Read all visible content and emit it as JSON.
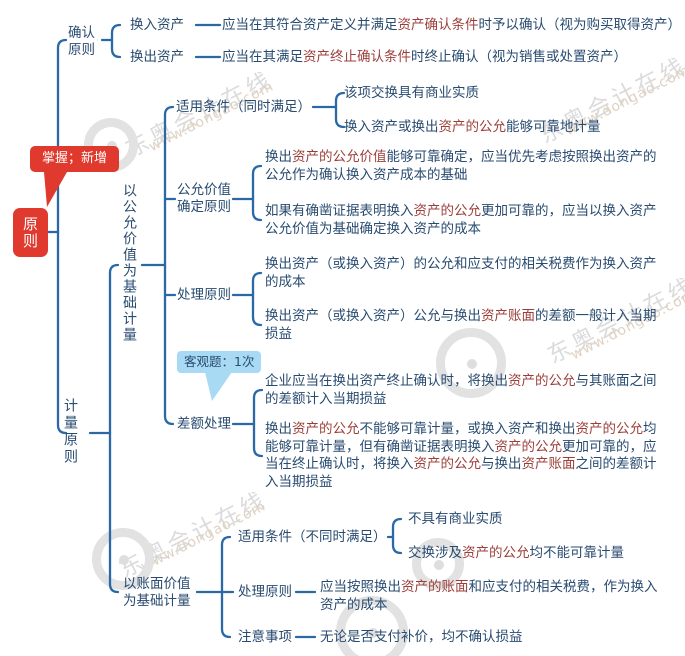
{
  "colors": {
    "line": "#2a69a5",
    "text": "#284b70",
    "highlight": "#9c3f3a",
    "badge_red": "#e03a2f",
    "bubble_blue": "#a9daf3"
  },
  "root": {
    "label": "原则",
    "note": "掌握；新增"
  },
  "quiz_badge": "客观题：1次",
  "confirm": {
    "label": "确认原则",
    "swap_in": {
      "label": "换入资产",
      "text": [
        {
          "t": "应当在其符合资产定义并满足"
        },
        {
          "t": "资产确认条件",
          "hl": true
        },
        {
          "t": "时予以确认（视为购买取得资产）"
        }
      ]
    },
    "swap_out": {
      "label": "换出资产",
      "text": [
        {
          "t": "应当在其满足"
        },
        {
          "t": "资产终止确认条件",
          "hl": true
        },
        {
          "t": "时终止确认（视为销售或处置资产）"
        }
      ]
    }
  },
  "measure": {
    "label": "计量原则",
    "fair": {
      "label": "以公允价值为基础计量",
      "cond": {
        "label": "适用条件（同时满足）",
        "items": [
          [
            {
              "t": "该项交换具有商业实质"
            }
          ],
          [
            {
              "t": "换入资产或换出"
            },
            {
              "t": "资产的公允",
              "hl": true
            },
            {
              "t": "能够可靠地计量"
            }
          ]
        ]
      },
      "fvd": {
        "label": "公允价值确定原则",
        "items": [
          [
            {
              "t": "换出"
            },
            {
              "t": "资产的公允价值",
              "hl": true
            },
            {
              "t": "能够可靠确定，应当优先考虑按照换出资产的公允作为确认换入资产成本的基础"
            }
          ],
          [
            {
              "t": "如果有确凿证据表明换入"
            },
            {
              "t": "资产的公允",
              "hl": true
            },
            {
              "t": "更加可靠的，应当以换入资产公允价值为基础确定换入资产的成本"
            }
          ]
        ]
      },
      "treat": {
        "label": "处理原则",
        "items": [
          [
            {
              "t": "换出资产（或换入资产）的公允和应支付的相关税费作为换入资产的成本"
            }
          ],
          [
            {
              "t": "换出资产（或换入资产）公允与换出"
            },
            {
              "t": "资产账面",
              "hl": true
            },
            {
              "t": "的差额一般计入当期损益"
            }
          ]
        ]
      },
      "diff": {
        "label": "差额处理",
        "items": [
          [
            {
              "t": "企业应当在换出资产终止确认时，将换出"
            },
            {
              "t": "资产的公允",
              "hl": true
            },
            {
              "t": "与其账面之间的差额计入当期损益"
            }
          ],
          [
            {
              "t": "换出"
            },
            {
              "t": "资产的公允",
              "hl": true
            },
            {
              "t": "不能够可靠计量，或换入资产和换出"
            },
            {
              "t": "资产的公允",
              "hl": true
            },
            {
              "t": "均能够可靠计量，但有确凿证据表明换入"
            },
            {
              "t": "资产的公允",
              "hl": true
            },
            {
              "t": "更加可靠的，应当在终止确认时，将换入"
            },
            {
              "t": "资产的公允",
              "hl": true
            },
            {
              "t": "与换出"
            },
            {
              "t": "资产账面",
              "hl": true
            },
            {
              "t": "之间的差额计入当期损益"
            }
          ]
        ]
      }
    },
    "book": {
      "label": "以账面价值为基础计量",
      "cond": {
        "label": "适用条件（不同时满足）",
        "items": [
          [
            {
              "t": "不具有商业实质"
            }
          ],
          [
            {
              "t": "交换涉及"
            },
            {
              "t": "资产的公允",
              "hl": true
            },
            {
              "t": "均不能可靠计量"
            }
          ]
        ]
      },
      "treat": {
        "label": "处理原则",
        "text": [
          [
            {
              "t": "应当按照换出"
            },
            {
              "t": "资产的账面",
              "hl": true
            },
            {
              "t": "和应支付的相关税费，作为换入资产的成本"
            }
          ]
        ]
      },
      "note": {
        "label": "注意事项",
        "text": [
          [
            {
              "t": "无论是否支付补价，均不确认损益"
            }
          ]
        ]
      }
    }
  },
  "watermark": {
    "brand": "东奥会计在线",
    "url": "www.dongao.com"
  }
}
